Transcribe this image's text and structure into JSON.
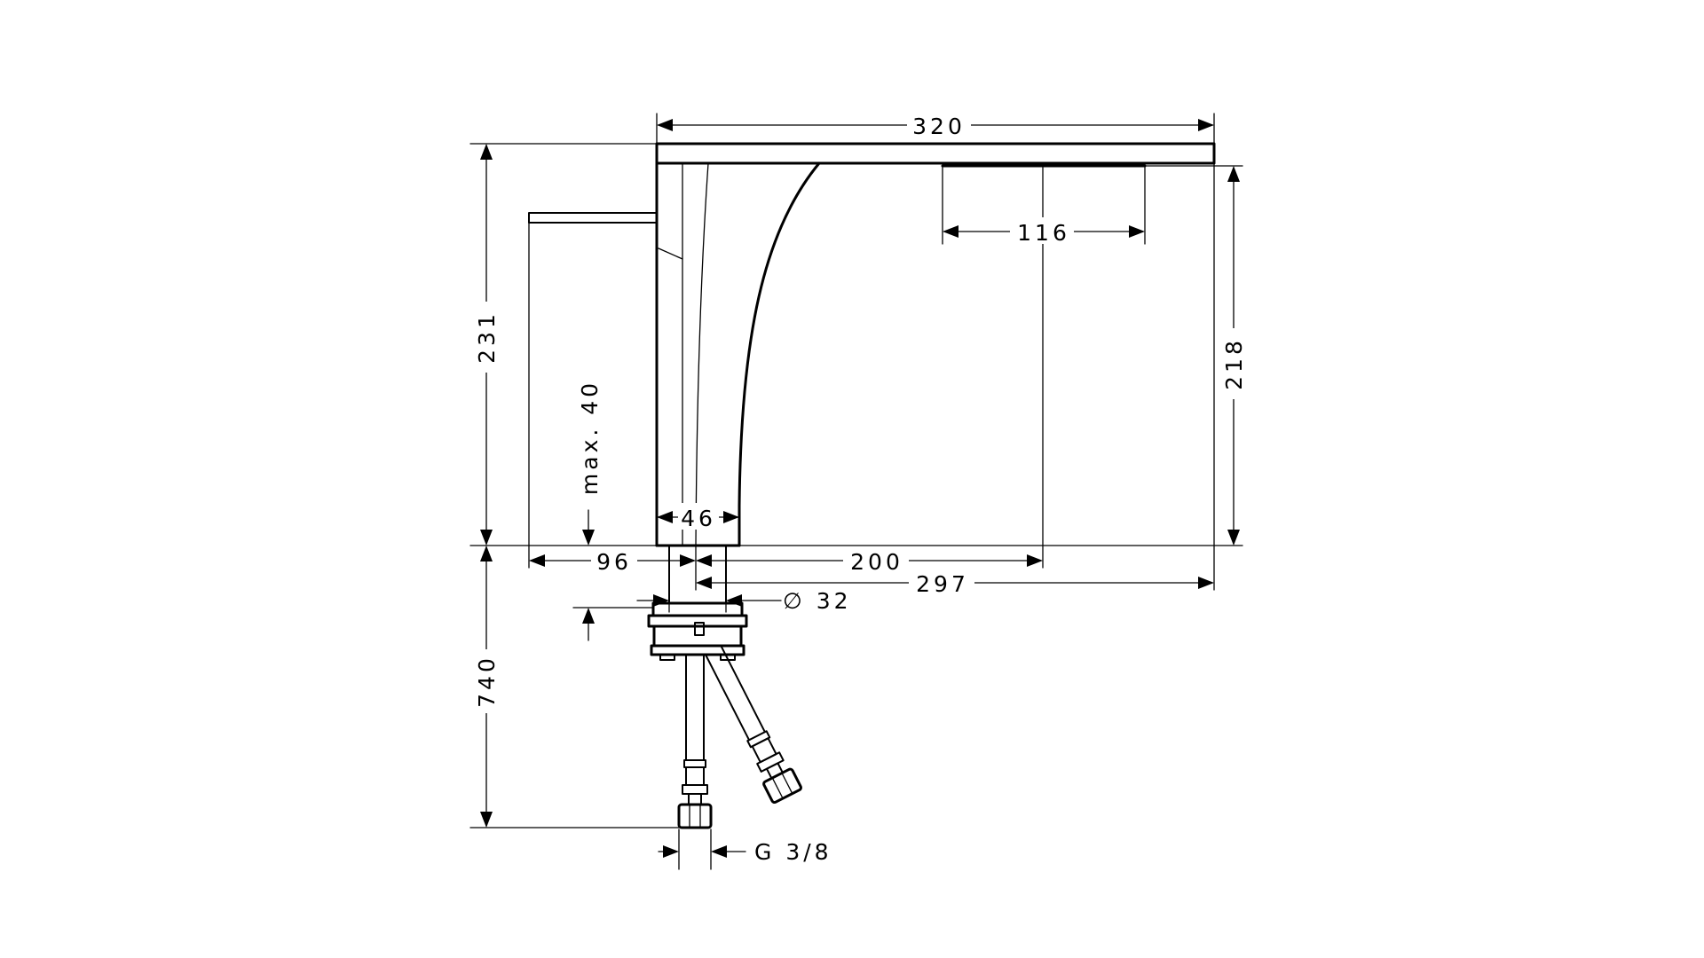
{
  "drawing": {
    "colors": {
      "line": "#000000",
      "background": "#ffffff"
    },
    "dimensions": {
      "overall_length": "320",
      "aerator_length": "116",
      "total_height": "231",
      "spout_height": "218",
      "max_deck_thickness": "max. 40",
      "body_width": "46",
      "lever_offset": "96",
      "axis_to_spout": "200",
      "axis_to_tip": "297",
      "shank_diameter": "∅ 32",
      "hose_length": "740",
      "connection_thread": "G 3/8"
    }
  }
}
